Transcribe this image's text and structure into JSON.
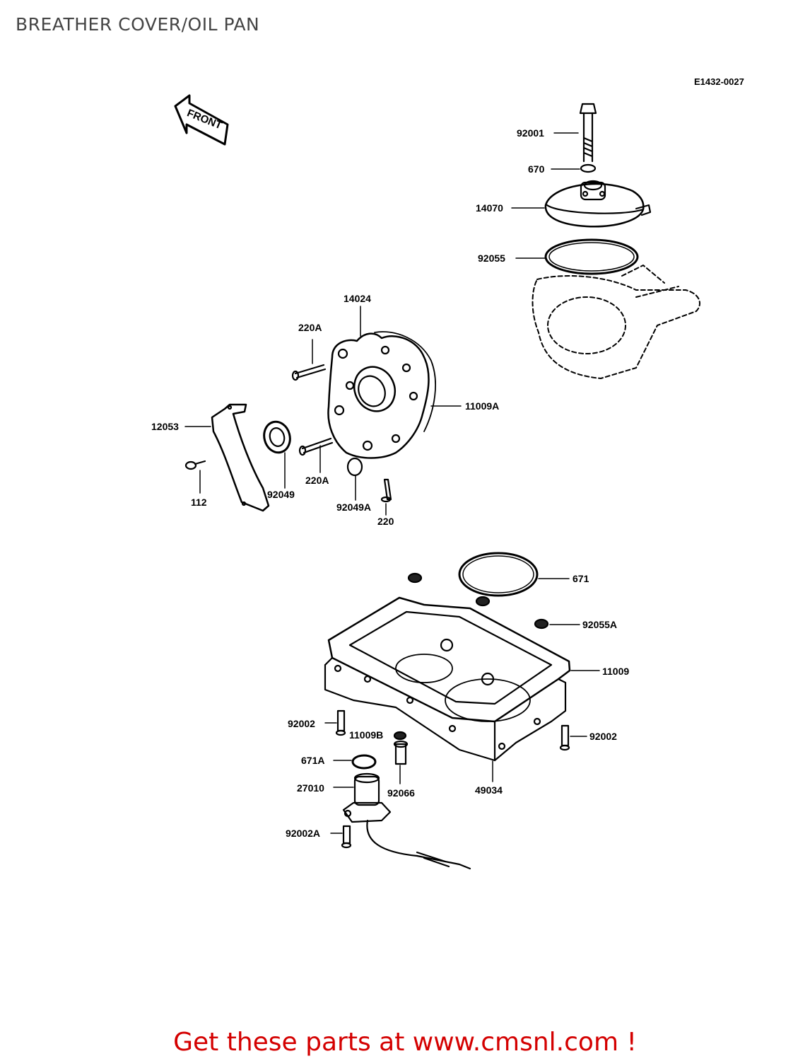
{
  "page": {
    "title": "BREATHER COVER/OIL PAN",
    "diagram_code": "E1432-0027",
    "footer_text": "Get these parts at www.cmsnl.com !",
    "footer_color": "#d40000"
  },
  "front_arrow": {
    "label": "FRONT",
    "icon": "front-arrow-icon"
  },
  "parts": [
    {
      "id": "92001",
      "label": "92001"
    },
    {
      "id": "670",
      "label": "670"
    },
    {
      "id": "14070",
      "label": "14070"
    },
    {
      "id": "92055",
      "label": "92055"
    },
    {
      "id": "14024",
      "label": "14024"
    },
    {
      "id": "220A_top",
      "label": "220A"
    },
    {
      "id": "11009A",
      "label": "11009A"
    },
    {
      "id": "12053",
      "label": "12053"
    },
    {
      "id": "112",
      "label": "112"
    },
    {
      "id": "92049",
      "label": "92049"
    },
    {
      "id": "220A_bottom",
      "label": "220A"
    },
    {
      "id": "92049A",
      "label": "92049A"
    },
    {
      "id": "220",
      "label": "220"
    },
    {
      "id": "671",
      "label": "671"
    },
    {
      "id": "92055A",
      "label": "92055A"
    },
    {
      "id": "11009",
      "label": "11009"
    },
    {
      "id": "92002_left",
      "label": "92002"
    },
    {
      "id": "11009B",
      "label": "11009B"
    },
    {
      "id": "92002_right",
      "label": "92002"
    },
    {
      "id": "671A",
      "label": "671A"
    },
    {
      "id": "27010",
      "label": "27010"
    },
    {
      "id": "92066",
      "label": "92066"
    },
    {
      "id": "49034",
      "label": "49034"
    },
    {
      "id": "92002A",
      "label": "92002A"
    }
  ]
}
